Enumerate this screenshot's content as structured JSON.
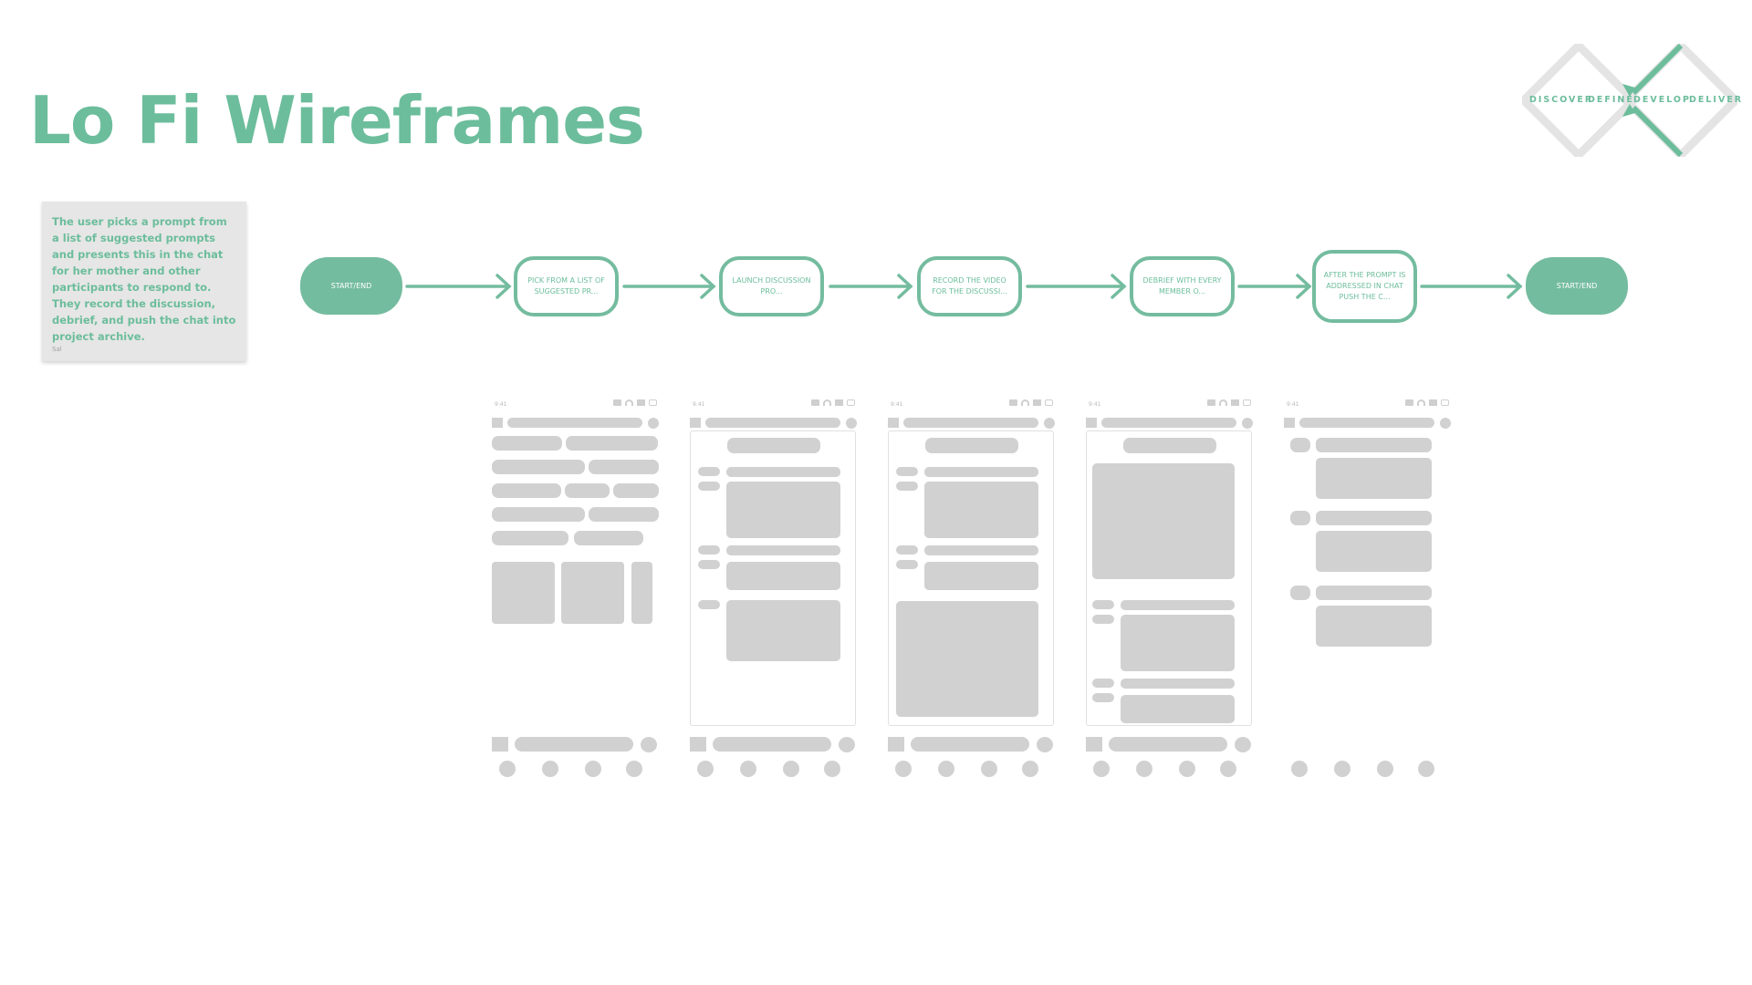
{
  "page": {
    "title": "Lo Fi Wireframes"
  },
  "note": {
    "text": "The user picks a prompt from a list of suggested prompts and presents this in the chat for her mother and other participants to respond to.  They record the discussion, debrief, and push the chat into project archive.",
    "author": "Sal"
  },
  "flow": {
    "start": "START/END",
    "steps": [
      "PICK FROM A LIST OF SUGGESTED PR...",
      "LAUNCH DISCUSSION PRO...",
      "RECORD THE VIDEO FOR THE DISCUSSI...",
      "DEBRIEF WITH EVERY MEMBER O...",
      "AFTER THE PROMPT IS ADDRESSED IN CHAT PUSH THE C..."
    ],
    "end": "START/END"
  },
  "logo": {
    "labels": [
      "DISCOVER",
      "DEFINE",
      "DEVELOP",
      "DELIVER"
    ],
    "accent": "#6cbd9c"
  },
  "phones": [
    {
      "status_time": "9:41"
    },
    {
      "status_time": "9:41"
    },
    {
      "status_time": "9:41"
    },
    {
      "status_time": "9:41"
    },
    {
      "status_time": "9:41"
    }
  ],
  "colors": {
    "accent": "#6cbd9c",
    "placeholder": "#d1d1d1",
    "note_bg": "#e6e6e6"
  }
}
